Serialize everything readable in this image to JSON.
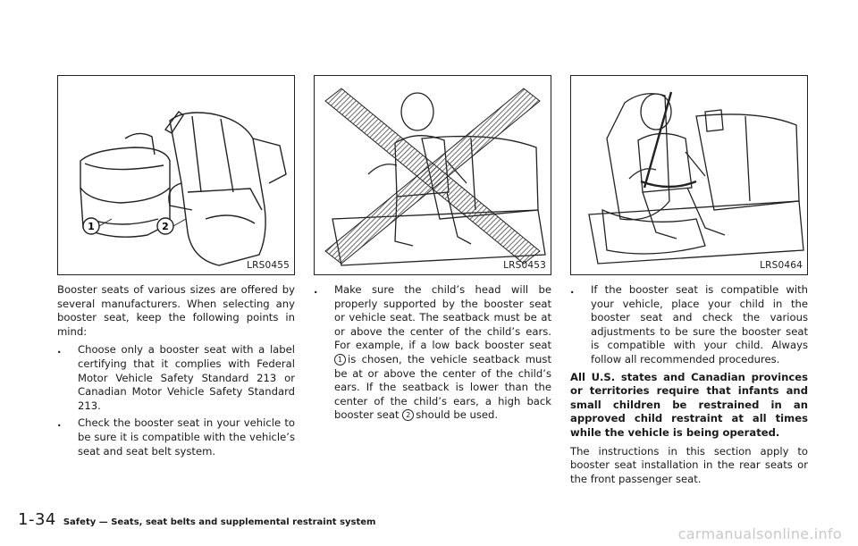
{
  "figures": [
    {
      "code": "LRS0455",
      "callouts": [
        "1",
        "2"
      ]
    },
    {
      "code": "LRS0453"
    },
    {
      "code": "LRS0464"
    }
  ],
  "col1": {
    "intro": "Booster seats of various sizes are offered by several manufacturers. When selecting any booster seat, keep the following points in mind:",
    "bullet_symbol": ".",
    "bullet1": "Choose only a booster seat with a label certifying that it complies with Federal Motor Vehicle Safety Standard 213 or Canadian Motor Vehicle Safety Standard 213.",
    "bullet2": "Check the booster seat in your vehicle to be sure it is compatible with the vehicle’s seat and seat belt system."
  },
  "col2": {
    "bullet_a": "Make sure the child’s head will be properly supported by the booster seat or vehicle seat. The seatback must be at or above the center of the child’s ears. For example, if a low back booster seat",
    "callout1": "1",
    "bullet_b": "is chosen, the vehicle seatback must be at or above the center of the child’s ears. If the seatback is lower than the center of the child’s ears, a high back booster seat",
    "callout2": "2",
    "bullet_c": "should be used."
  },
  "col3": {
    "bullet": "If the booster seat is compatible with your vehicle, place your child in the booster seat and check the various adjustments to be sure the booster seat is compatible with your child. Always follow all recommended procedures.",
    "warning": "All U.S. states and Canadian provinces or territories require that infants and small children be restrained in an approved child restraint at all times while the vehicle is being operated.",
    "closing": "The instructions in this section apply to booster seat installation in the rear seats or the front passenger seat."
  },
  "footer": {
    "page_number": "1-34",
    "section": "Safety — Seats, seat belts and supplemental restraint system",
    "watermark": "carmanualsonline.info"
  }
}
